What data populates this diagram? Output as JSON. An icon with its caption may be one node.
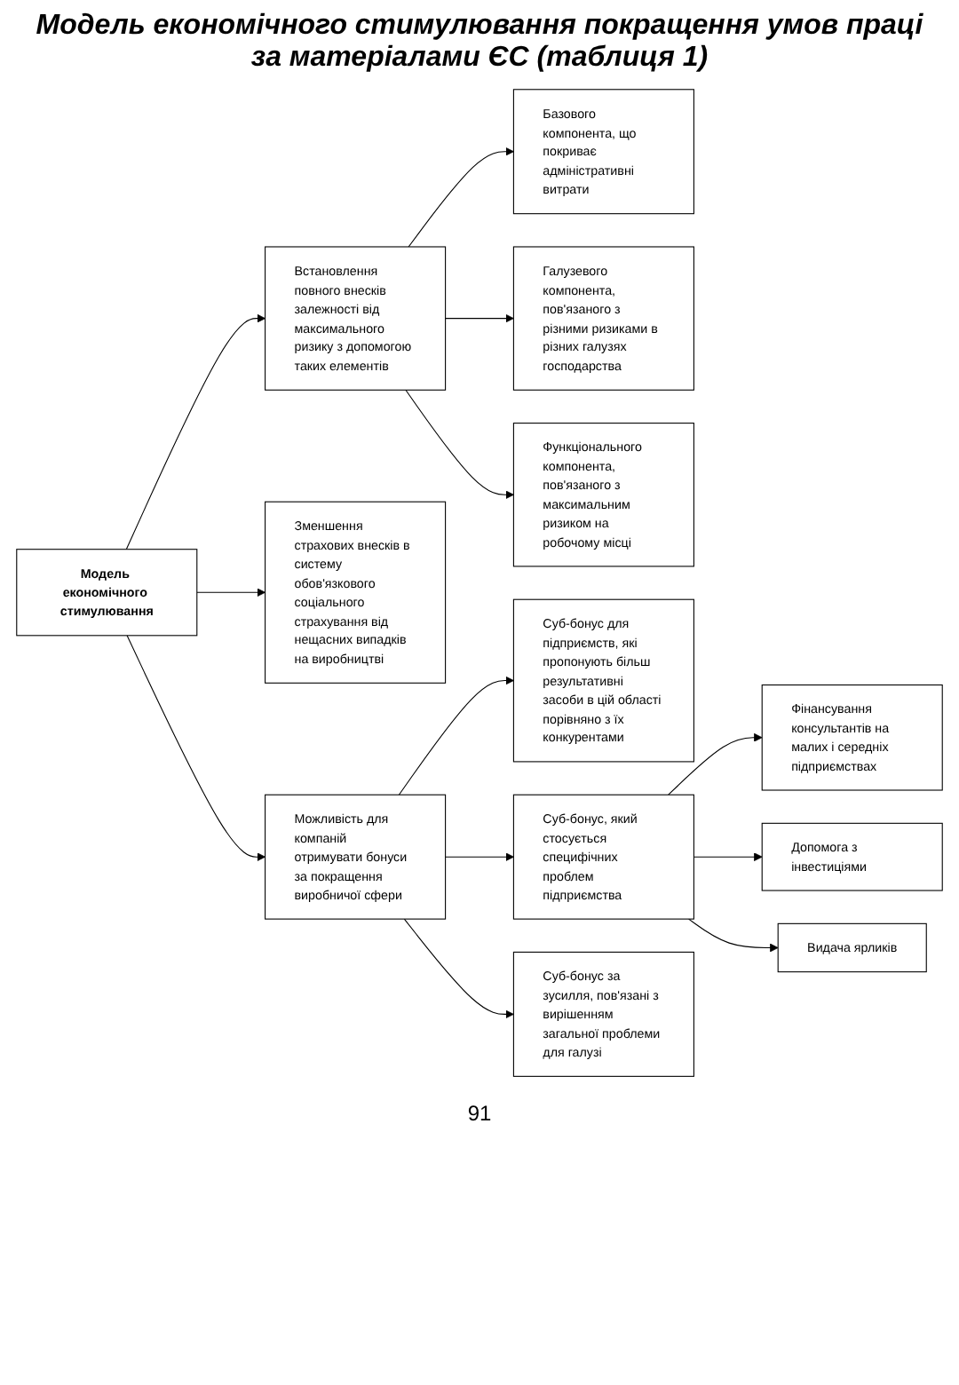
{
  "diagram": {
    "title": "Модель економічного стимулювання покращення умов праці за матеріалами ЄС (таблиця 1)",
    "nodes": [
      {
        "text": [
          "Модель економічного стимулювання"
        ]
      },
      {
        "text": [
          "Зменшення страхових внесків в систему обов'язкового соціального страхування від нещасних випадків на виробництві"
        ]
      },
      {
        "text": [
          "Встановлення повного внесків залежності від максимального ризику з допомогою таких елементів"
        ]
      },
      {
        "text": [
          "Базового компонента, що покриває адміністративні витрати"
        ]
      },
      {
        "text": [
          "Можливість для компаній отримувати бонуси за покращення виробничої сфери"
        ]
      },
      {
        "text": [
          "Галузевого компонента, пов'язаного з різними ризиками в різних галузях господарства"
        ]
      },
      {
        "text": [
          "Функціонального компонента, пов'язаного з максимальним ризиком на робочому місці"
        ]
      },
      {
        "text": [
          "Суб-бонус для підприємств, які пропонують більш результативні засоби в цій області порівняно з їх конкурентами"
        ]
      },
      {
        "text": [
          "Суб-бонус за зусилля, пов'язані з вирішенням загальної проблеми для галузі"
        ]
      },
      {
        "text": [
          "Фінансування консультантів на малих і середніх підприємствах"
        ]
      },
      {
        "text": [
          "Суб-бонус, який стосується специфічних проблем підприємства"
        ]
      },
      {
        "text": [
          "Допомога з інвестиціями"
        ]
      },
      {
        "text": [
          "Видача ярликів"
        ]
      }
    ],
    "edges": [
      {
        "from": 0,
        "to": 1,
        "arrow": "to"
      },
      {
        "from": 0,
        "to": 4,
        "arrow": "to"
      },
      {
        "from": 0,
        "to": 2,
        "arrow": "to"
      },
      {
        "from": 2,
        "to": 3,
        "arrow": "to"
      },
      {
        "from": 2,
        "to": 5,
        "arrow": "to"
      },
      {
        "from": 2,
        "to": 6,
        "arrow": "to"
      },
      {
        "from": 4,
        "to": 7,
        "arrow": "to"
      },
      {
        "from": 4,
        "to": 8,
        "arrow": "to"
      },
      {
        "from": 4,
        "to": 10,
        "arrow": "to"
      },
      {
        "from": 10,
        "to": 9,
        "arrow": "to"
      },
      {
        "from": 10,
        "to": 11,
        "arrow": "to"
      },
      {
        "from": 10,
        "to": 12,
        "arrow": "to"
      }
    ],
    "labels": [
      "91"
    ]
  }
}
